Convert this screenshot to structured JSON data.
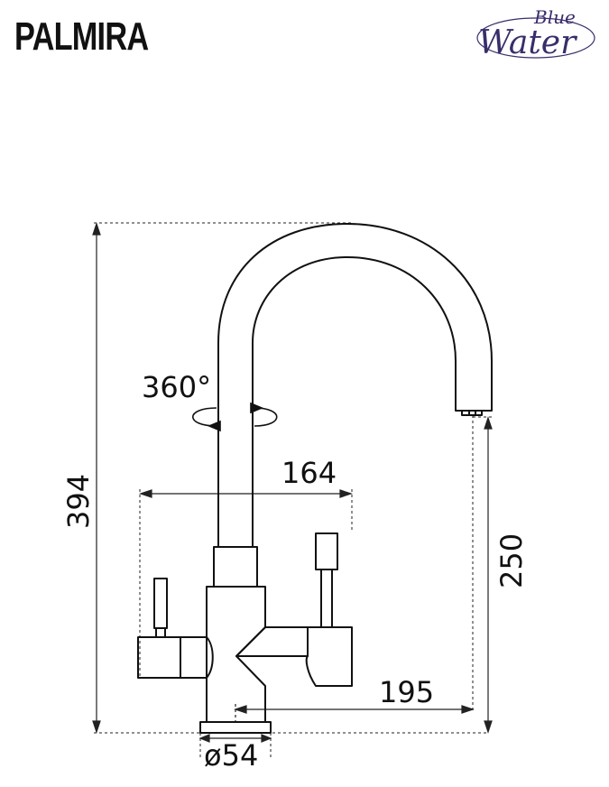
{
  "product": {
    "name": "PALMIRA"
  },
  "brand": {
    "line1": "Blue",
    "line2": "Water",
    "color": "#3a2d6b"
  },
  "dimensions": {
    "total_height": "394",
    "spout_height": "250",
    "handles_width": "164",
    "spout_reach": "195",
    "base_diameter": "ø54",
    "rotation": "360°"
  }
}
